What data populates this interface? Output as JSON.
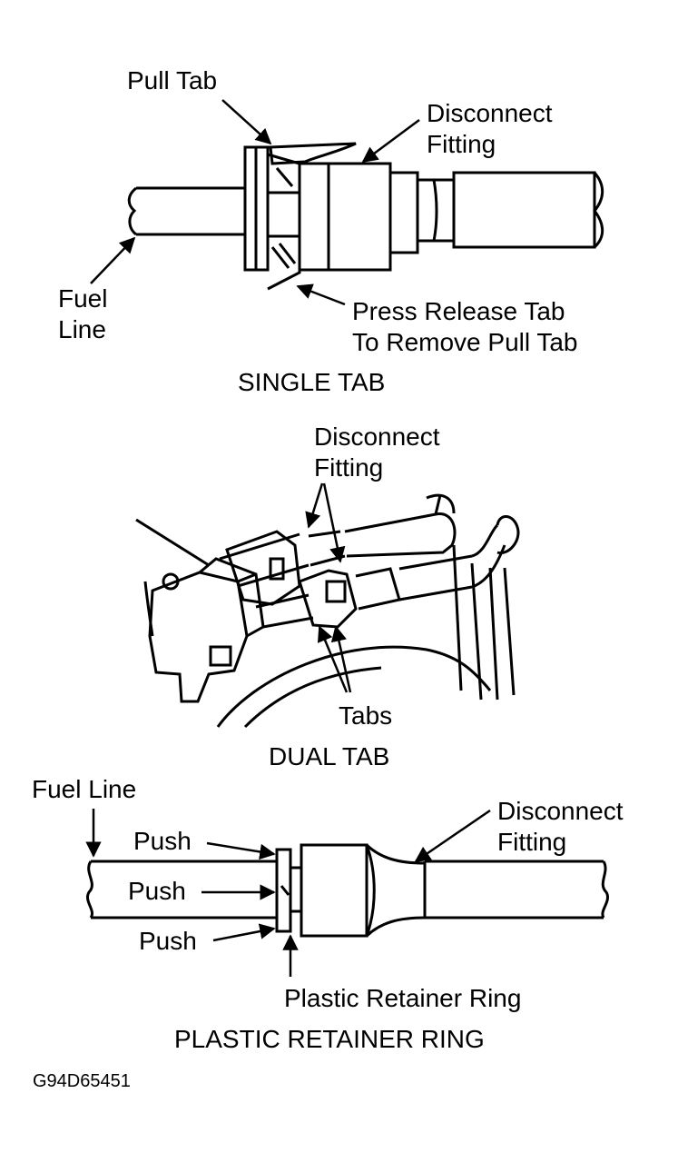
{
  "single_tab": {
    "pull_tab": "Pull Tab",
    "disconnect_line1": "Disconnect",
    "disconnect_line2": "Fitting",
    "fuel_line1": "Fuel",
    "fuel_line2": "Line",
    "press_line1": "Press Release Tab",
    "press_line2": "To Remove Pull Tab",
    "caption": "SINGLE TAB"
  },
  "dual_tab": {
    "disconnect_line1": "Disconnect",
    "disconnect_line2": "Fitting",
    "tabs": "Tabs",
    "caption": "DUAL TAB"
  },
  "retainer_ring": {
    "fuel_line": "Fuel Line",
    "push_top": "Push",
    "push_mid": "Push",
    "push_bottom": "Push",
    "disconnect_line1": "Disconnect",
    "disconnect_line2": "Fitting",
    "plastic_ring": "Plastic Retainer Ring",
    "caption": "PLASTIC RETAINER RING"
  },
  "figure_id": "G94D65451"
}
